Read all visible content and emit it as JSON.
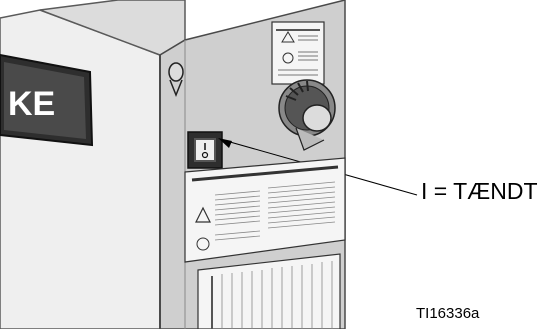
{
  "callout": {
    "label": "I = TÆNDT"
  },
  "figure_id": "TI16336a",
  "logo_text": "KE",
  "colors": {
    "cabinet_side": "#c9c9c9",
    "cabinet_front": "#e6e6e6",
    "cabinet_edge": "#4a4a4a",
    "door_panel": "#f2f2f2",
    "switch_body": "#3a3a3a",
    "label_bg": "#f5f5f5"
  },
  "icons": [
    "power-switch-icon",
    "rotary-knob-icon",
    "door-latch-icon",
    "warning-label-icon"
  ]
}
